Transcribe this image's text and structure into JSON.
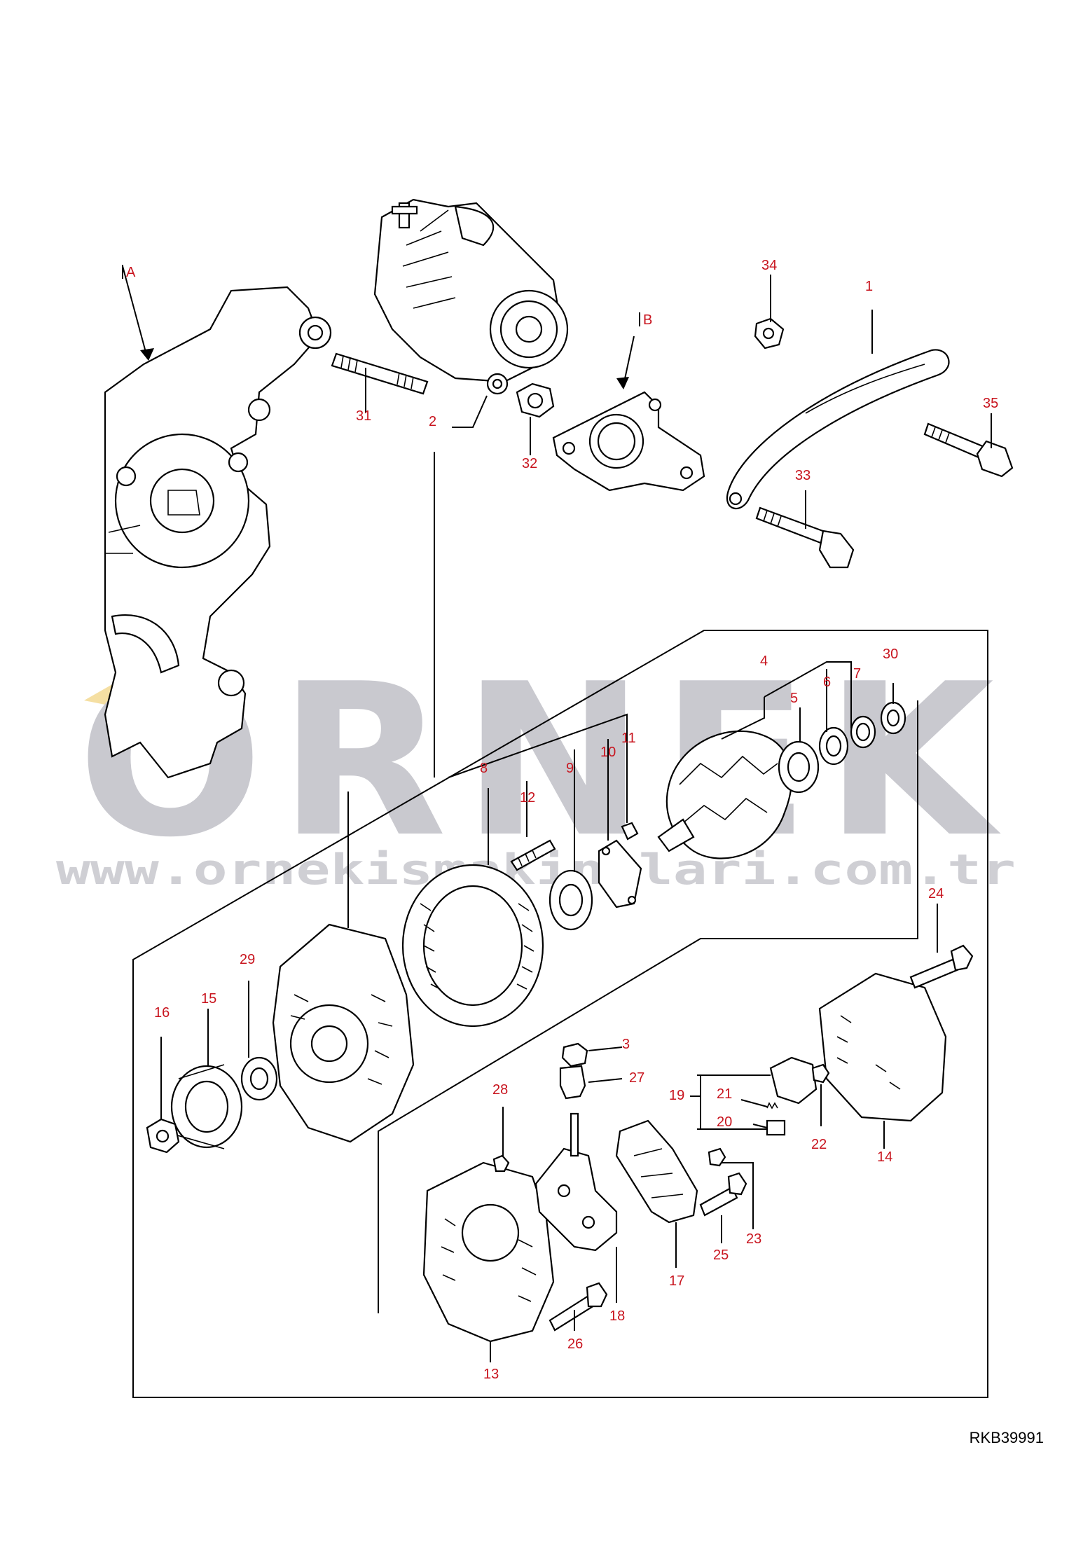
{
  "diagram": {
    "drawing_code": "RKB39991",
    "view_refs": [
      "A",
      "B"
    ],
    "watermark": {
      "brand": "ORNEK",
      "url": "www.ornekismakinalari.com.tr"
    },
    "callouts": [
      "1",
      "2",
      "3",
      "4",
      "5",
      "6",
      "7",
      "8",
      "9",
      "10",
      "11",
      "12",
      "13",
      "14",
      "15",
      "16",
      "17",
      "18",
      "19",
      "20",
      "21",
      "22",
      "23",
      "24",
      "25",
      "26",
      "27",
      "28",
      "29",
      "30",
      "31",
      "32",
      "33",
      "34",
      "35"
    ],
    "colors": {
      "callout": "#c8141e",
      "line": "#000000",
      "watermark": "#c9c9cf"
    }
  }
}
